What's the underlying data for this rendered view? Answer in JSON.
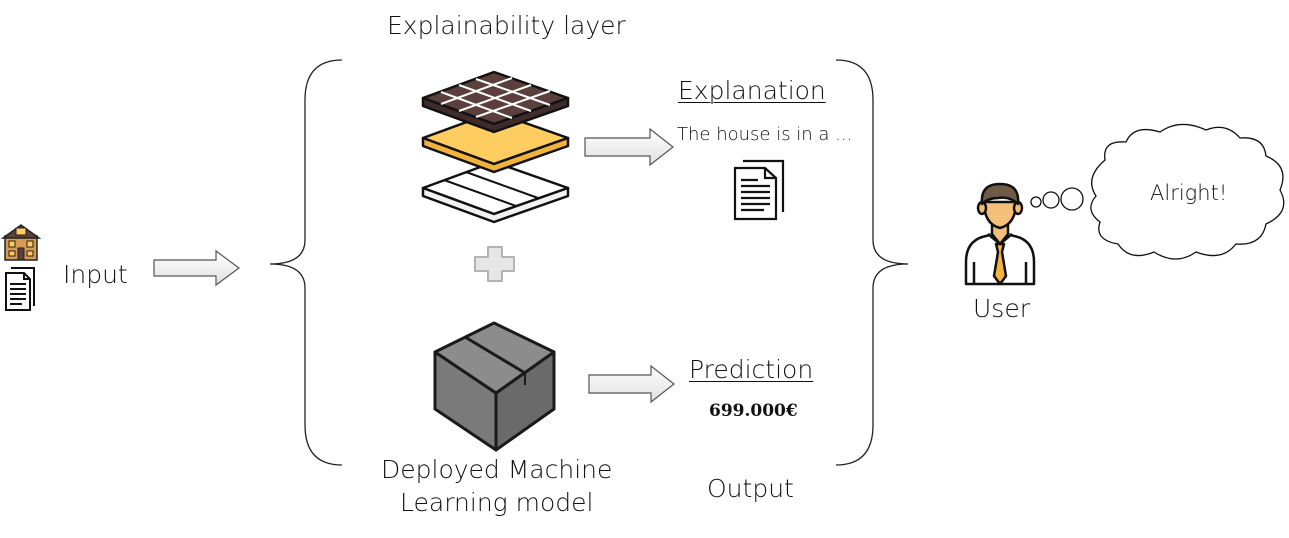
{
  "title": "Explainability layer",
  "input": {
    "label": "Input"
  },
  "explanation": {
    "heading": "Explanation",
    "text": "The house is in a ..."
  },
  "prediction": {
    "heading": "Prediction",
    "value": "699.000€"
  },
  "model": {
    "label_line1": "Deployed Machine",
    "label_line2": "Learning model"
  },
  "output": {
    "label": "Output"
  },
  "user": {
    "label": "User",
    "thought": "Alright!"
  },
  "icons": [
    "house-icon",
    "document-icon",
    "layers-icon",
    "plus-icon",
    "box-icon",
    "person-icon",
    "thought-cloud-icon"
  ],
  "colors": {
    "layer_grid": "#5a3f3c",
    "layer_middle": "#fdcd5f",
    "box": "#7f7f7f",
    "skin": "#f3bf7b",
    "hair": "#6e5a46",
    "tie": "#f2b33d",
    "arrow": "#f2f2f2"
  }
}
